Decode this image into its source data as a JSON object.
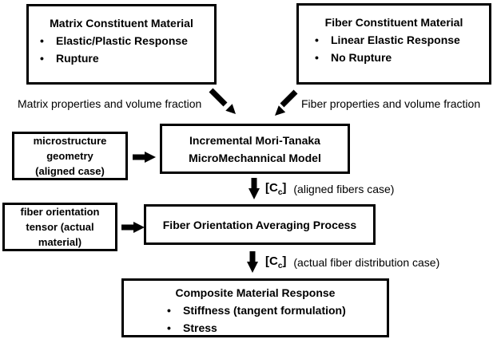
{
  "colors": {
    "ink": "#000000",
    "paper": "#ffffff"
  },
  "boxes": {
    "matrix": {
      "title": "Matrix Constituent Material",
      "bullets": [
        "Elastic/Plastic Response",
        "Rupture"
      ]
    },
    "fiber": {
      "title": "Fiber Constituent Material",
      "bullets": [
        "Linear Elastic Response",
        "No Rupture"
      ]
    },
    "mori_tanaka": {
      "line1": "Incremental Mori-Tanaka",
      "line2": "MicroMechannical Model"
    },
    "microstructure": {
      "lines": [
        "microstructure",
        "geometry",
        "(aligned case)"
      ]
    },
    "fiber_orientation": {
      "lines": [
        "fiber orientation",
        "tensor (actual",
        "material)"
      ]
    },
    "averaging": {
      "title": "Fiber Orientation Averaging Process"
    },
    "composite": {
      "title": "Composite Material Response",
      "bullets": [
        "Stiffness (tangent formulation)",
        "Stress"
      ]
    }
  },
  "labels": {
    "matrix_flow": "Matrix properties and volume fraction",
    "fiber_flow": "Fiber properties and volume fraction",
    "cc_open": "[C",
    "cc_sub": "c",
    "cc_close": "]",
    "aligned_case": "(aligned fibers case)",
    "actual_case": "(actual fiber distribution case)"
  },
  "icons": {
    "matrix_flow_arrow": "arrow-down-right",
    "fiber_flow_arrow": "arrow-down-left",
    "microstructure_arrow": "arrow-right",
    "fiber_orientation_arrow": "arrow-right",
    "aligned_cc_arrow": "arrow-down",
    "actual_cc_arrow": "arrow-down"
  }
}
